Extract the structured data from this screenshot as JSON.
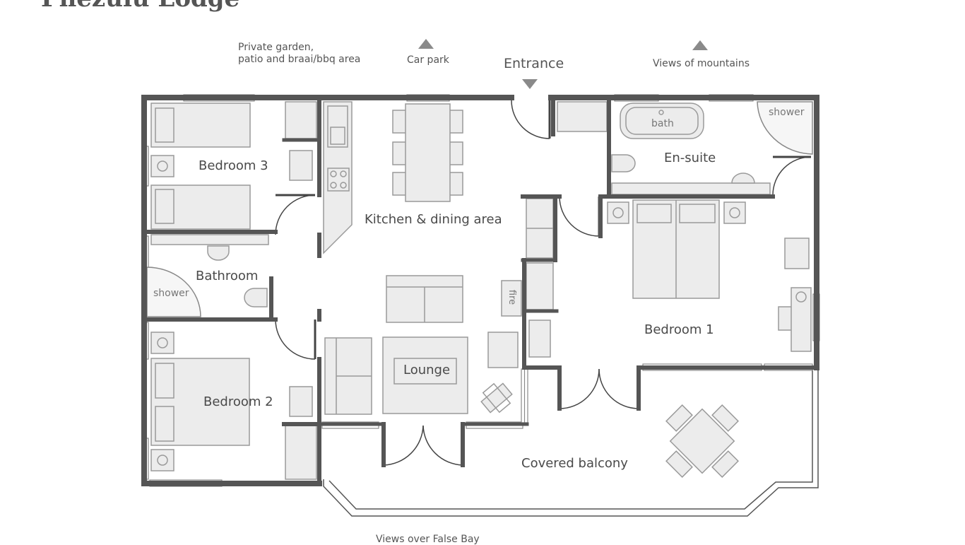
{
  "title": "Phezulu Lodge",
  "outside": {
    "garden_line1": "Private garden,",
    "garden_line2": "patio and braai/bbq area",
    "car_park": "Car park",
    "entrance": "Entrance",
    "mountains": "Views of mountains",
    "bay": "Views over False Bay"
  },
  "rooms": {
    "bedroom3": "Bedroom 3",
    "bathroom": "Bathroom",
    "bedroom2": "Bedroom 2",
    "kitchen": "Kitchen & dining area",
    "lounge": "Lounge",
    "ensuite": "En-suite",
    "bedroom1": "Bedroom 1",
    "balcony": "Covered balcony"
  },
  "fixtures": {
    "shower_bathroom": "shower",
    "shower_ensuite": "shower",
    "bath": "bath",
    "fire": "fire"
  },
  "colors": {
    "wall": "#555555",
    "furniture_fill": "#ececec",
    "furniture_stroke": "#9a9a9a",
    "text": "#4a4a4a"
  }
}
